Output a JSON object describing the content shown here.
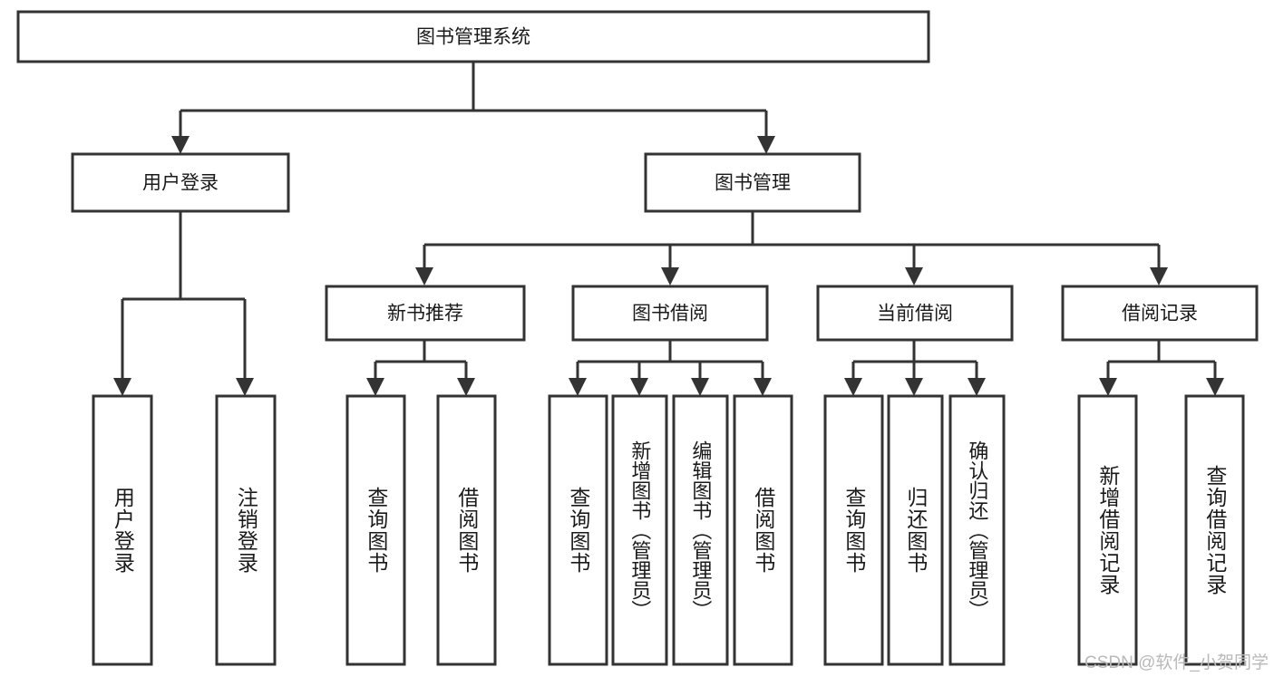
{
  "diagram": {
    "title": "图书管理系统",
    "type": "hierarchy-tree",
    "watermark": "CSDN @软件_小贺同学",
    "levels": {
      "root": {
        "label": "图书管理系统"
      },
      "level2": [
        {
          "label": "用户登录"
        },
        {
          "label": "图书管理"
        }
      ],
      "level3": [
        {
          "label": "新书推荐"
        },
        {
          "label": "图书借阅"
        },
        {
          "label": "当前借阅"
        },
        {
          "label": "借阅记录"
        }
      ],
      "leaves": [
        {
          "label": "用户登录",
          "parent": "用户登录"
        },
        {
          "label": "注销登录",
          "parent": "用户登录"
        },
        {
          "label": "查询图书",
          "parent": "新书推荐"
        },
        {
          "label": "借阅图书",
          "parent": "新书推荐"
        },
        {
          "label": "查询图书",
          "parent": "图书借阅"
        },
        {
          "label": "新增图书（管理员）",
          "parent": "图书借阅"
        },
        {
          "label": "编辑图书（管理员）",
          "parent": "图书借阅"
        },
        {
          "label": "借阅图书",
          "parent": "图书借阅"
        },
        {
          "label": "查询图书",
          "parent": "当前借阅"
        },
        {
          "label": "归还图书",
          "parent": "当前借阅"
        },
        {
          "label": "确认归还（管理员）",
          "parent": "当前借阅"
        },
        {
          "label": "新增借阅记录",
          "parent": "借阅记录"
        },
        {
          "label": "查询借阅记录",
          "parent": "借阅记录"
        }
      ]
    },
    "colors": {
      "stroke": "#333333",
      "fill": "#ffffff",
      "text": "#1a1a1a",
      "watermark": "#b9b9b9"
    }
  }
}
